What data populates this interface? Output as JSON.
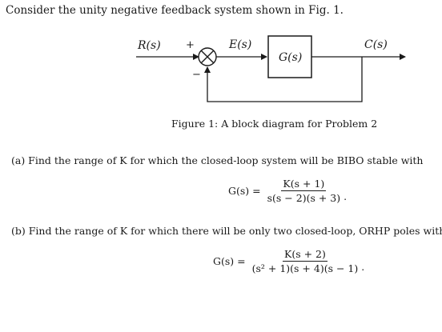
{
  "intro": "Consider the unity negative feedback system shown in Fig. 1.",
  "diagram": {
    "input_label": "R(s)",
    "plus_sign": "+",
    "minus_sign": "−",
    "error_label": "E(s)",
    "block_label": "G(s)",
    "output_label": "C(s)"
  },
  "caption": "Figure 1: A block diagram for Problem 2",
  "part_a": {
    "text": "(a) Find the range of K for which the closed-loop system will be BIBO stable with",
    "lhs": "G(s) =",
    "numerator": "K(s + 1)",
    "denominator": "s(s − 2)(s + 3)",
    "end": "."
  },
  "part_b": {
    "text": "(b) Find the range of K for which there will be only two closed-loop, ORHP poles with",
    "lhs": "G(s) =",
    "numerator": "K(s + 2)",
    "denominator": "(s² + 1)(s + 4)(s − 1)",
    "end": "."
  }
}
